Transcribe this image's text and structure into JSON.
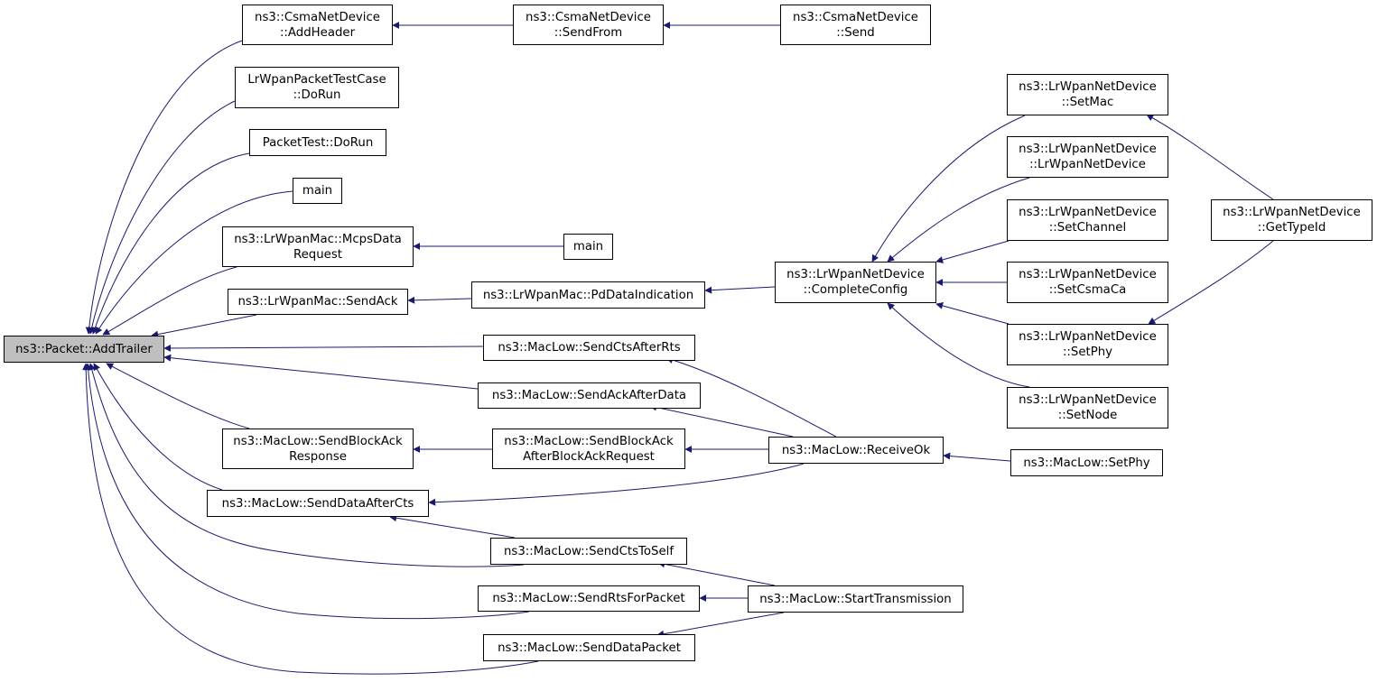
{
  "colors": {
    "edge": "#191970",
    "root_fill": "#bfbfbf",
    "node_fill": "#ffffff",
    "border": "#000000"
  },
  "nodes": {
    "add_trailer": [
      "ns3::Packet::AddTrailer"
    ],
    "csma_add_header": [
      "ns3::CsmaNetDevice",
      "::AddHeader"
    ],
    "csma_send_from": [
      "ns3::CsmaNetDevice",
      "::SendFrom"
    ],
    "csma_send": [
      "ns3::CsmaNetDevice",
      "::Send"
    ],
    "lrwpan_packet_test": [
      "LrWpanPacketTestCase",
      "::DoRun"
    ],
    "packet_test": [
      "PacketTest::DoRun"
    ],
    "main_1": [
      "main"
    ],
    "mcps_data_request": [
      "ns3::LrWpanMac::McpsData",
      "Request"
    ],
    "main_2": [
      "main"
    ],
    "send_ack": [
      "ns3::LrWpanMac::SendAck"
    ],
    "pd_data_indication": [
      "ns3::LrWpanMac::PdDataIndication"
    ],
    "complete_config": [
      "ns3::LrWpanNetDevice",
      "::CompleteConfig"
    ],
    "set_mac": [
      "ns3::LrWpanNetDevice",
      "::SetMac"
    ],
    "lrwpan_ctor": [
      "ns3::LrWpanNetDevice",
      "::LrWpanNetDevice"
    ],
    "set_channel": [
      "ns3::LrWpanNetDevice",
      "::SetChannel"
    ],
    "set_csma_ca": [
      "ns3::LrWpanNetDevice",
      "::SetCsmaCa"
    ],
    "lrwpan_set_phy": [
      "ns3::LrWpanNetDevice",
      "::SetPhy"
    ],
    "set_node": [
      "ns3::LrWpanNetDevice",
      "::SetNode"
    ],
    "get_type_id": [
      "ns3::LrWpanNetDevice",
      "::GetTypeId"
    ],
    "send_cts_after_rts": [
      "ns3::MacLow::SendCtsAfterRts"
    ],
    "send_ack_after_data": [
      "ns3::MacLow::SendAckAfterData"
    ],
    "block_ack_response": [
      "ns3::MacLow::SendBlockAck",
      "Response"
    ],
    "block_ack_after_request": [
      "ns3::MacLow::SendBlockAck",
      "AfterBlockAckRequest"
    ],
    "receive_ok": [
      "ns3::MacLow::ReceiveOk"
    ],
    "maclow_set_phy": [
      "ns3::MacLow::SetPhy"
    ],
    "send_data_after_cts": [
      "ns3::MacLow::SendDataAfterCts"
    ],
    "send_cts_to_self": [
      "ns3::MacLow::SendCtsToSelf"
    ],
    "send_rts_for_packet": [
      "ns3::MacLow::SendRtsForPacket"
    ],
    "start_transmission": [
      "ns3::MacLow::StartTransmission"
    ],
    "send_data_packet": [
      "ns3::MacLow::SendDataPacket"
    ]
  }
}
